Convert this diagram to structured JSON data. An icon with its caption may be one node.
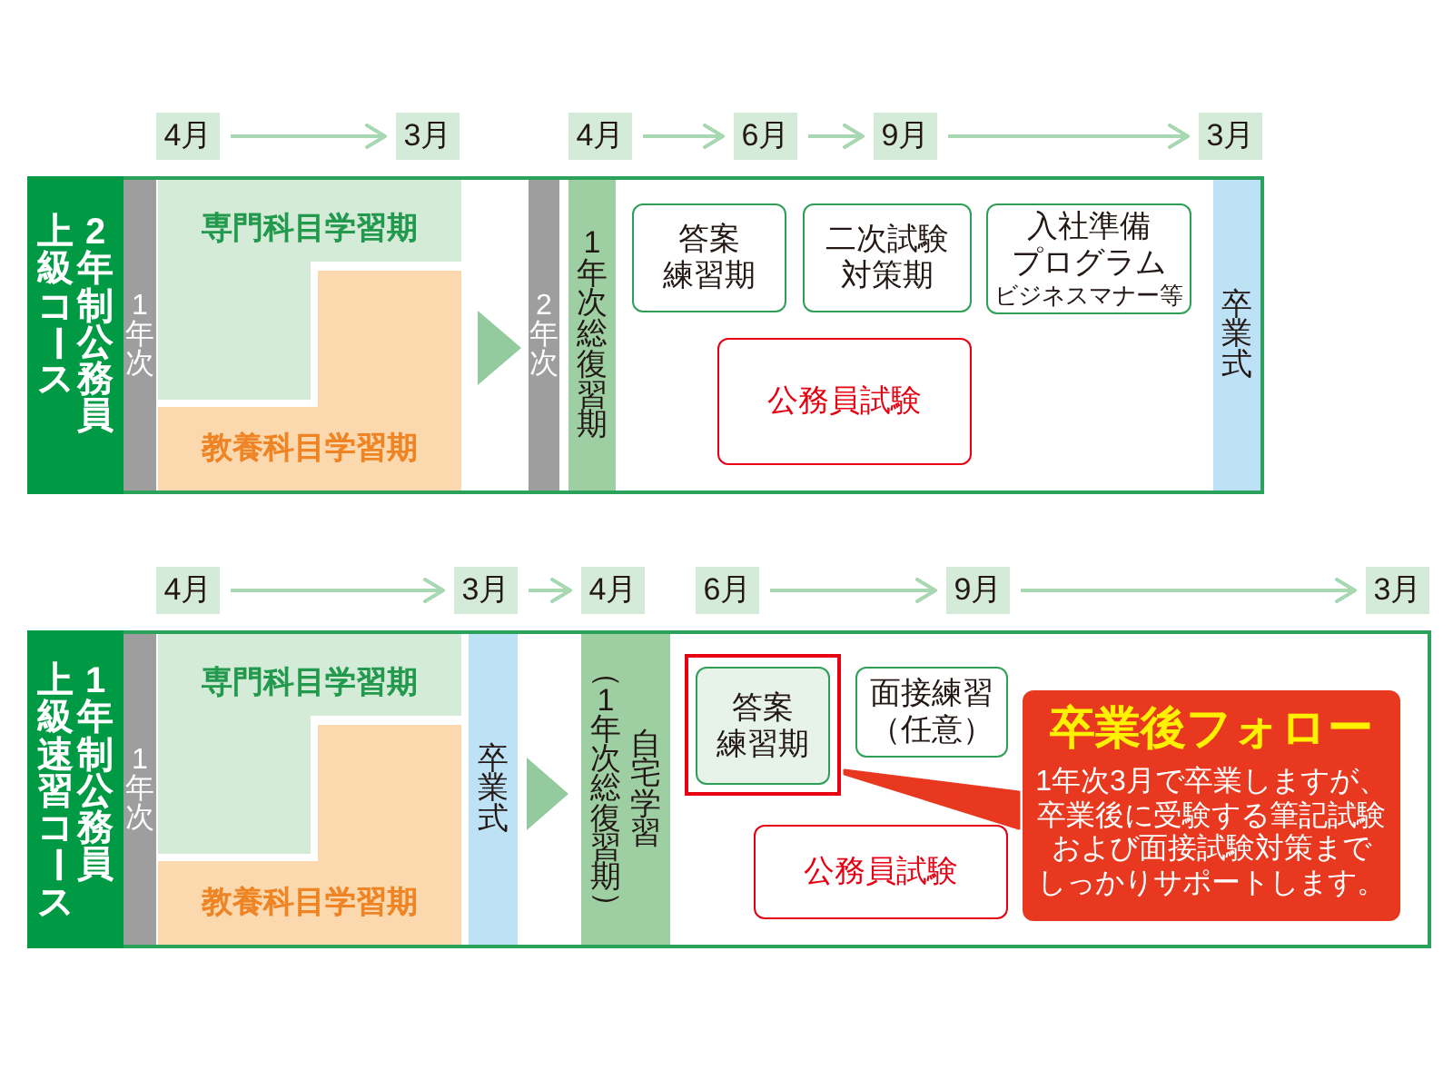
{
  "diagram": {
    "nodes": [
      {
        "text": [
          "4月"
        ]
      },
      {
        "text": [
          "3月"
        ]
      },
      {
        "text": [
          "4月"
        ]
      },
      {
        "text": [
          "6月"
        ]
      },
      {
        "text": [
          "9月"
        ]
      },
      {
        "text": [
          "3月"
        ]
      },
      {
        "text": [
          "2年制公務員",
          "上級コース"
        ]
      },
      {
        "text": [
          "1年次"
        ],
        "in": 6
      },
      {
        "text": [
          "専門科目学習期"
        ],
        "in": 6
      },
      {
        "text": [
          "教養科目学習期"
        ],
        "in": 6
      },
      {
        "text": [
          "2年次"
        ],
        "in": 6
      },
      {
        "text": [
          "1年次総復習期"
        ],
        "in": 6
      },
      {
        "text": [
          "答案練習期"
        ],
        "in": 6
      },
      {
        "text": [
          "二次試験対策期"
        ],
        "in": 6
      },
      {
        "text": [
          "入社準備プログラム",
          "ビジネスマナー等"
        ],
        "in": 6
      },
      {
        "text": [
          "公務員試験"
        ],
        "in": 6
      },
      {
        "text": [
          "卒業式"
        ],
        "in": 6
      },
      {
        "text": [
          "4月"
        ]
      },
      {
        "text": [
          "3月"
        ]
      },
      {
        "text": [
          "4月"
        ]
      },
      {
        "text": [
          "6月"
        ]
      },
      {
        "text": [
          "9月"
        ]
      },
      {
        "text": [
          "3月"
        ]
      },
      {
        "text": [
          "1年制公務員",
          "上級速習コース"
        ]
      },
      {
        "text": [
          "1年次"
        ],
        "in": 23
      },
      {
        "text": [
          "専門科目学習期"
        ],
        "in": 23
      },
      {
        "text": [
          "教養科目学習期"
        ],
        "in": 23
      },
      {
        "text": [
          "卒業式"
        ],
        "in": 23
      },
      {
        "text": [
          "自宅学習",
          "（1年次総復習期）"
        ],
        "in": 23
      },
      {
        "text": [],
        "shape": "box",
        "in": 23
      },
      {
        "text": [
          "答案練習期"
        ],
        "in": 29
      },
      {
        "text": [
          "面接練習（任意）"
        ],
        "in": 23
      },
      {
        "text": [
          "卒業後フォロー",
          "1年次3月で卒業しますが、卒業後に受験する筆記試験および面接試験対策までしっかりサポートします。"
        ],
        "in": 23
      },
      {
        "text": [
          "公務員試験"
        ],
        "in": 23
      }
    ],
    "edges": [
      {
        "from": 0,
        "to": 1,
        "arrow": "to"
      },
      {
        "from": 2,
        "to": 3,
        "arrow": "to"
      },
      {
        "from": 3,
        "to": 4,
        "arrow": "to"
      },
      {
        "from": 4,
        "to": 5,
        "arrow": "to"
      },
      {
        "from": 9,
        "to": 10,
        "arrow": "to",
        "color": "#93cb9f"
      },
      {
        "from": 17,
        "to": 18,
        "arrow": "to"
      },
      {
        "from": 18,
        "to": 19,
        "arrow": "to"
      },
      {
        "from": 20,
        "to": 21,
        "arrow": "to"
      },
      {
        "from": 21,
        "to": 22,
        "arrow": "to"
      },
      {
        "from": 27,
        "to": 28,
        "arrow": "to",
        "color": "#93cb9f"
      },
      {
        "from": 32,
        "to": 29,
        "arrow": "none",
        "color": "#e8381f"
      }
    ]
  }
}
